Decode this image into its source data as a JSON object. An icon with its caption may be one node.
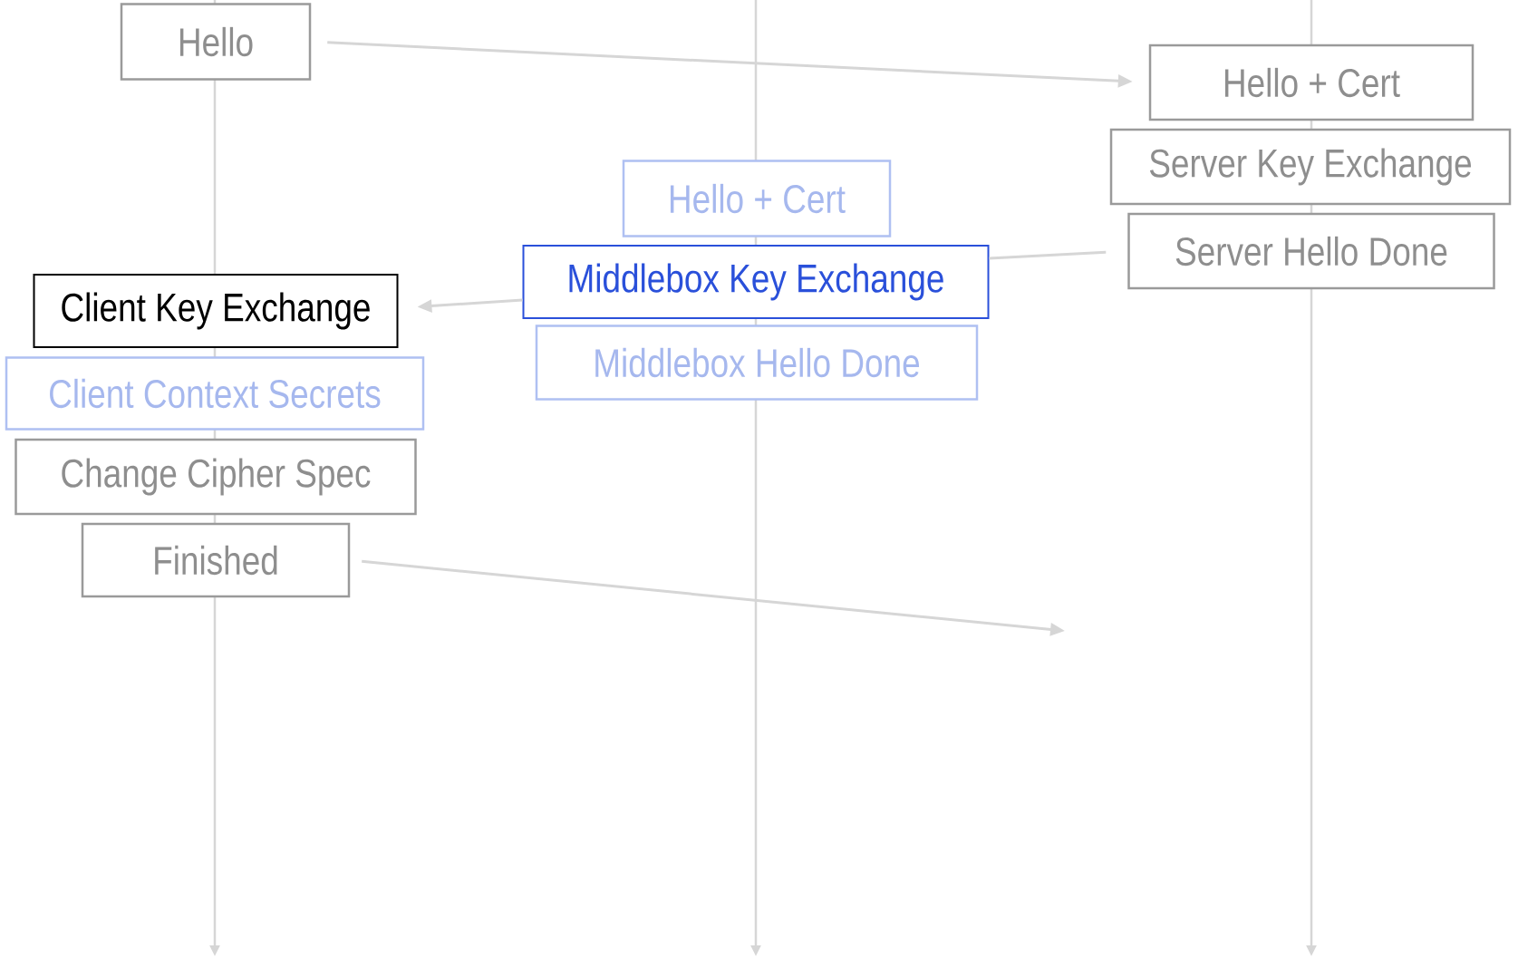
{
  "diagram": {
    "nodes": [
      {
        "text": [
          "Hello"
        ]
      },
      {
        "text": [
          "Hello + Cert"
        ]
      },
      {
        "text": [
          "Server Key Exchange"
        ]
      },
      {
        "text": [
          "Server Hello Done"
        ]
      },
      {
        "text": [
          "Hello + Cert"
        ]
      },
      {
        "text": [
          "Middlebox Key Exchange"
        ]
      },
      {
        "text": [
          "Middlebox Hello Done"
        ]
      },
      {
        "text": [
          "Client Key Exchange"
        ]
      },
      {
        "text": [
          "Client Context Secrets"
        ]
      },
      {
        "text": [
          "Change Cipher Spec"
        ]
      },
      {
        "text": [
          "Finished"
        ]
      }
    ],
    "edges": [
      {
        "from": 0,
        "to": 1,
        "arrow": "to"
      },
      {
        "from": 3,
        "to": 5,
        "arrow": "none"
      },
      {
        "from": 5,
        "to": 7,
        "arrow": "to"
      },
      {
        "from": 10,
        "to": null,
        "arrow": "to"
      }
    ]
  }
}
